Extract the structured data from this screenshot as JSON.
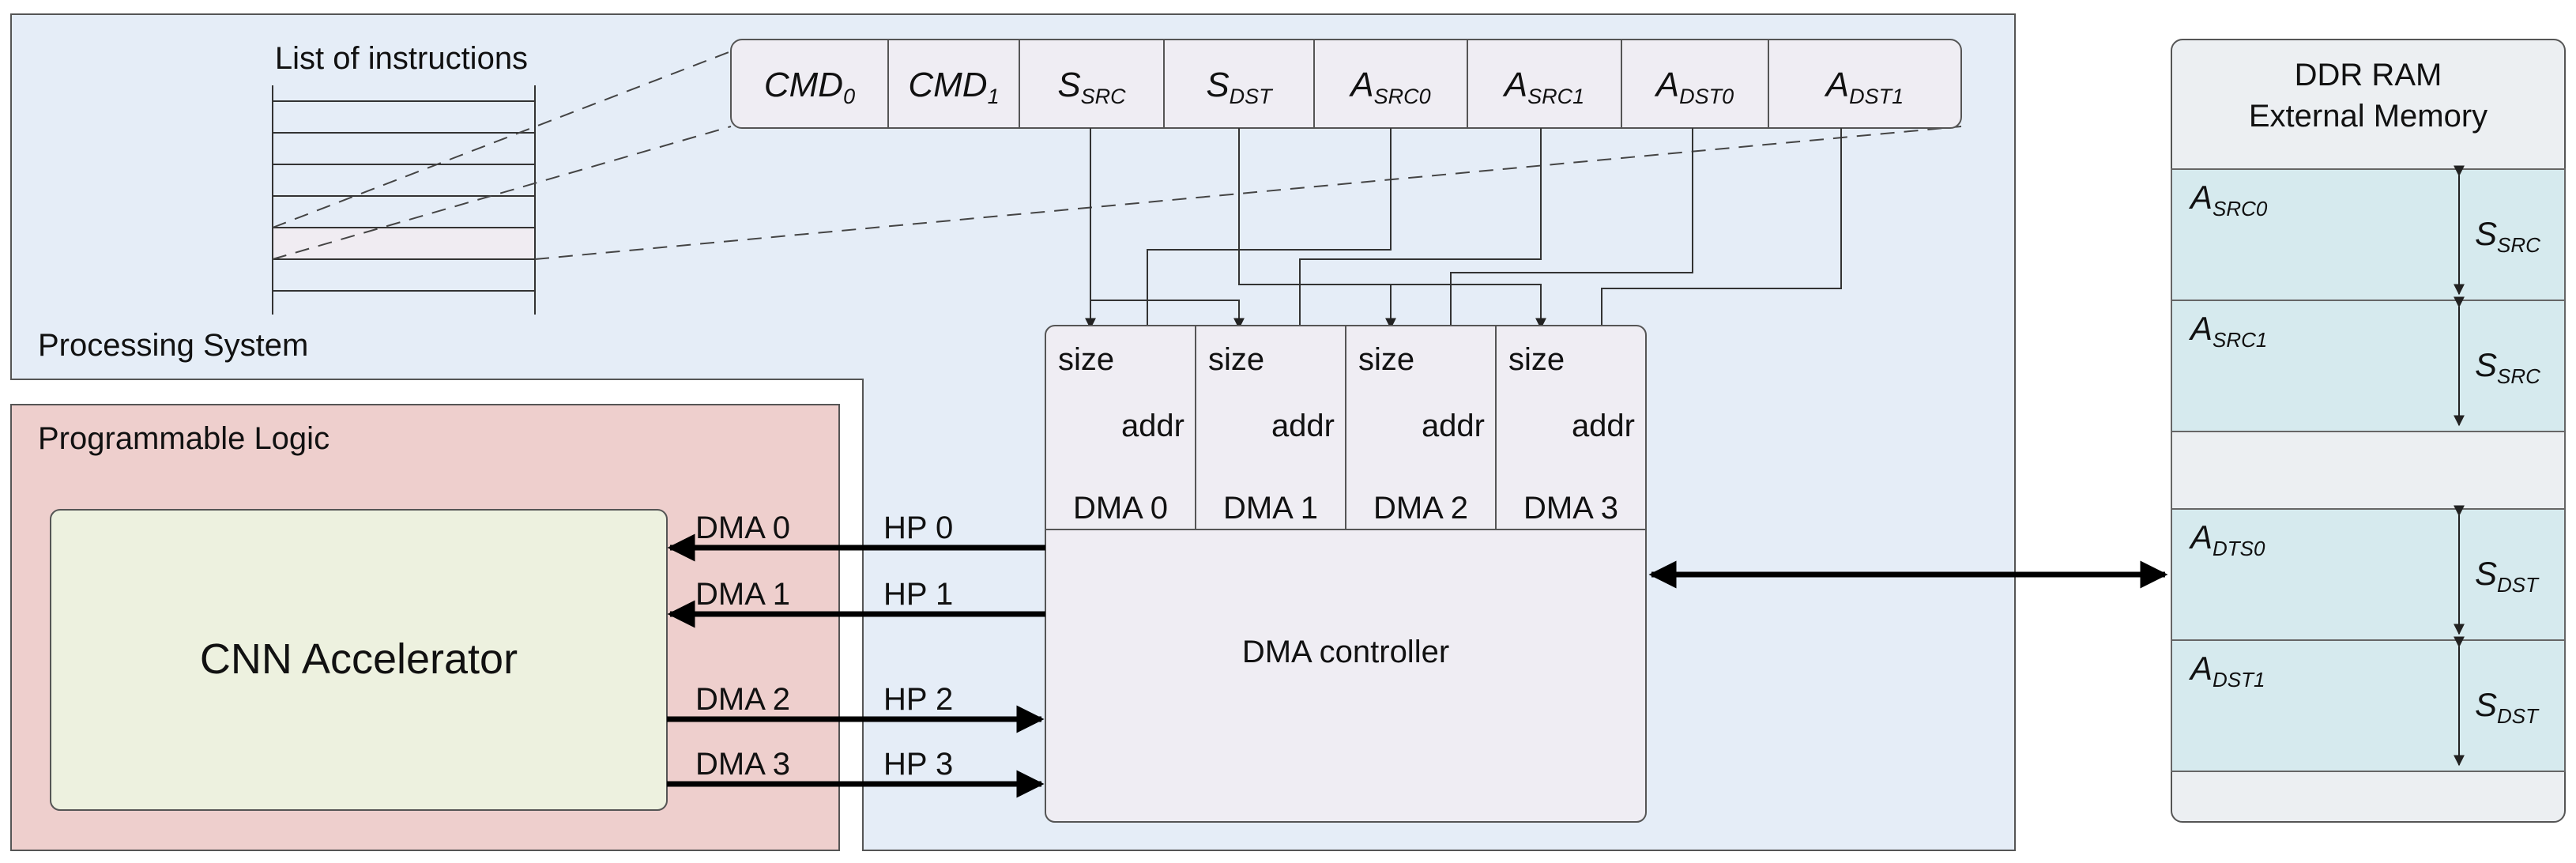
{
  "regions": {
    "processing_system": "Processing System",
    "programmable_logic": "Programmable Logic",
    "accelerator": "CNN Accelerator",
    "dma_controller": "DMA controller",
    "ddr_title": "DDR RAM",
    "ddr_subtitle": "External Memory"
  },
  "instruction_list": {
    "title": "List of instructions"
  },
  "instruction_fields": [
    {
      "main": "CMD",
      "sub": "0"
    },
    {
      "main": "CMD",
      "sub": "1"
    },
    {
      "main": "S",
      "sub": "SRC"
    },
    {
      "main": "S",
      "sub": "DST"
    },
    {
      "main": "A",
      "sub": "SRC0"
    },
    {
      "main": "A",
      "sub": "SRC1"
    },
    {
      "main": "A",
      "sub": "DST0"
    },
    {
      "main": "A",
      "sub": "DST1"
    }
  ],
  "dma_channels": [
    {
      "name": "DMA 0",
      "size": "size",
      "addr": "addr"
    },
    {
      "name": "DMA 1",
      "size": "size",
      "addr": "addr"
    },
    {
      "name": "DMA 2",
      "size": "size",
      "addr": "addr"
    },
    {
      "name": "DMA 3",
      "size": "size",
      "addr": "addr"
    }
  ],
  "ports": [
    {
      "dma": "DMA 0",
      "hp": "HP 0",
      "direction": "to-accelerator"
    },
    {
      "dma": "DMA 1",
      "hp": "HP 1",
      "direction": "to-accelerator"
    },
    {
      "dma": "DMA 2",
      "hp": "HP 2",
      "direction": "to-dma"
    },
    {
      "dma": "DMA 3",
      "hp": "HP 3",
      "direction": "to-dma"
    }
  ],
  "memory_blocks": [
    {
      "addr_main": "A",
      "addr_sub": "SRC0",
      "size_main": "S",
      "size_sub": "SRC"
    },
    {
      "addr_main": "A",
      "addr_sub": "SRC1",
      "size_main": "S",
      "size_sub": "SRC"
    },
    {
      "addr_main": "A",
      "addr_sub": "DTS0",
      "size_main": "S",
      "size_sub": "DST"
    },
    {
      "addr_main": "A",
      "addr_sub": "DST1",
      "size_main": "S",
      "size_sub": "DST"
    }
  ],
  "colors": {
    "processing_system_bg": "#e5edf7",
    "programmable_logic_bg": "#eecfcd",
    "accelerator_bg": "#edf1df",
    "controller_bg": "#efedf3",
    "memory_block_bg": "#d6eaee",
    "memory_bg": "#eceff2",
    "line": "#333333"
  }
}
